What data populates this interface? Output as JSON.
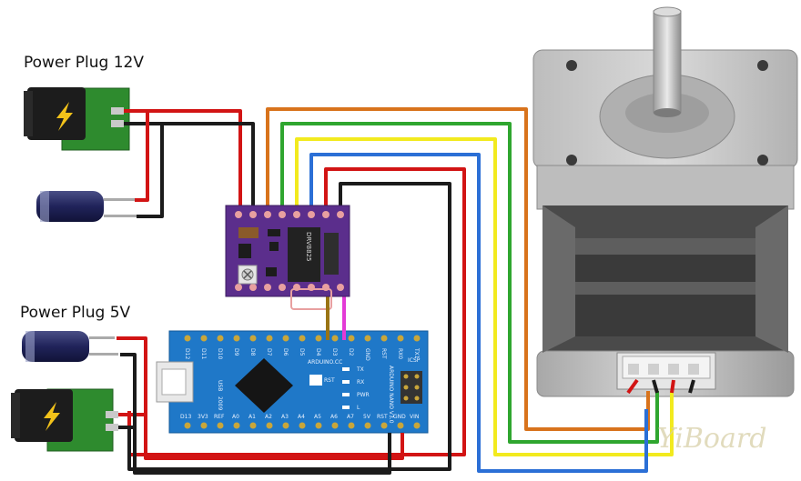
{
  "labels": {
    "power_12v": "Power Plug 12V",
    "power_5v": "Power Plug 5V",
    "driver_chip": "DRV8825",
    "nano_brand": "ARDUINO.CC",
    "nano_name": "ARDUINO NANO V3.0",
    "nano_icsp": "ICSP",
    "nano_rst": "RST",
    "nano_usb": "USB",
    "nano_year": "2009",
    "watermark": "YiBoard"
  },
  "nano_top_pins": [
    "D12",
    "D11",
    "D10",
    "D9",
    "D8",
    "D7",
    "D6",
    "D5",
    "D4",
    "D3",
    "D2",
    "GND",
    "RST",
    "RX0",
    "TX1"
  ],
  "nano_bottom_pins": [
    "D13",
    "3V3",
    "REF",
    "A0",
    "A1",
    "A2",
    "A3",
    "A4",
    "A5",
    "A6",
    "A7",
    "5V",
    "RST",
    "GND",
    "VIN"
  ],
  "nano_side_labels": [
    "TX",
    "RX",
    "PWR",
    "L"
  ],
  "colors": {
    "wire_red": "#d21414",
    "wire_black": "#1b1b1b",
    "wire_orange": "#d8731c",
    "wire_green": "#2fa62f",
    "wire_yellow": "#f2ea1e",
    "wire_blue": "#2b6fd6",
    "wire_brown": "#9a7414",
    "wire_magenta": "#e33ad6",
    "driver_board": "#5b2e8c",
    "nano_board": "#1f78c8",
    "motor_body": "#c8c8c8",
    "pcb_green": "#2e8b2e"
  }
}
